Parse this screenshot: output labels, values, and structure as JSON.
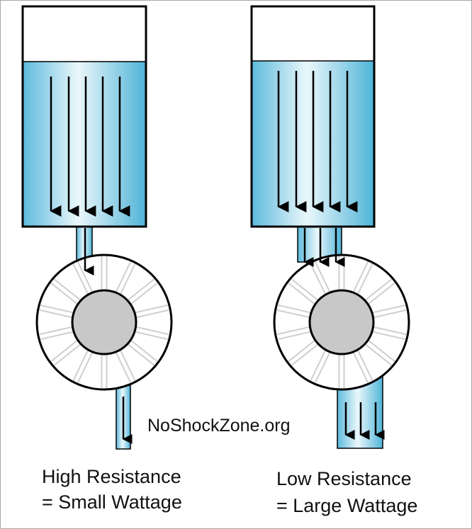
{
  "watermark": "NoShockZone.org",
  "left_caption": {
    "line1": "High Resistance",
    "line2": "= Small Wattage"
  },
  "right_caption": {
    "line1": "Low Resistance",
    "line2": "= Large Wattage"
  },
  "colors": {
    "water_light": "#eaf7fb",
    "water_dark": "#4fb4d8",
    "outline": "#000000",
    "hub": "#c8c8c8",
    "blade": "#cfcfcf",
    "frame": "#a8a8a8"
  }
}
